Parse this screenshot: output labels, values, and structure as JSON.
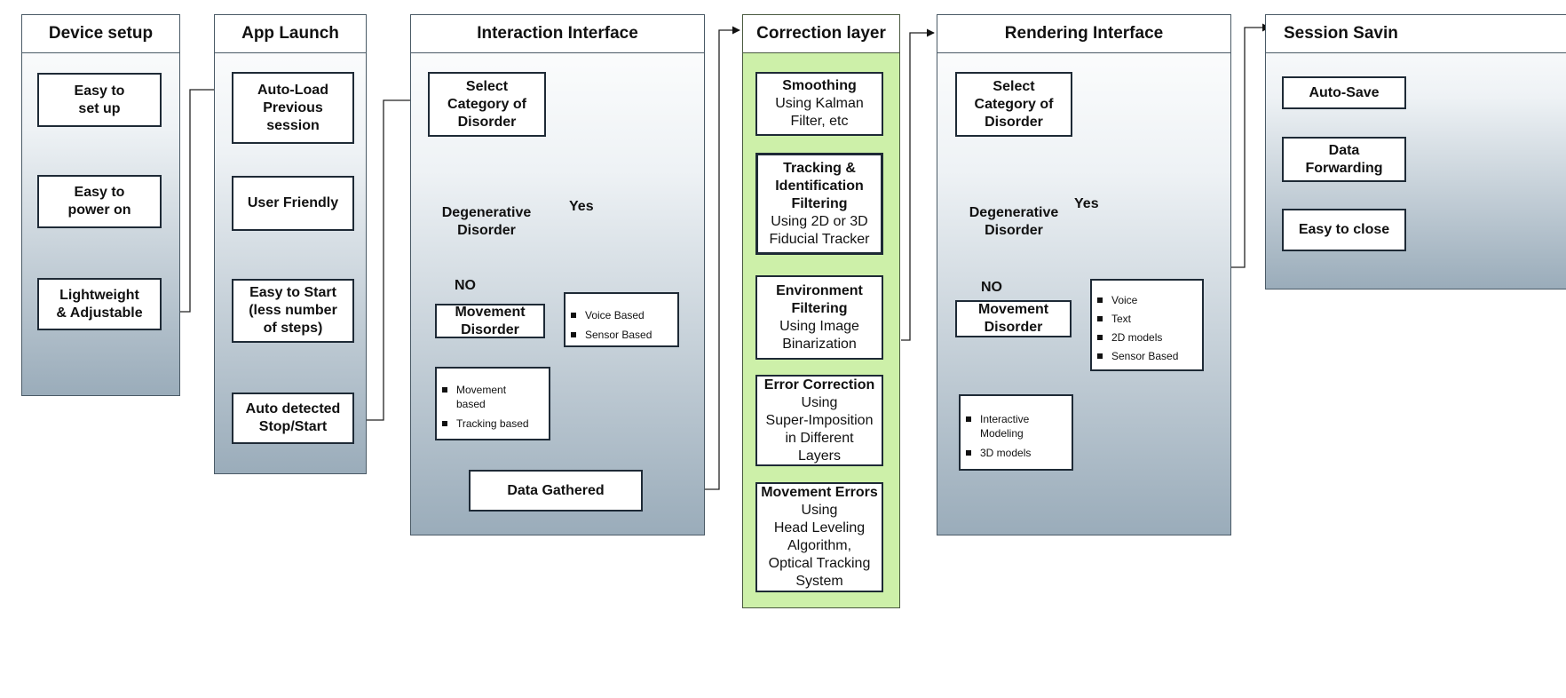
{
  "panels": {
    "device_setup": {
      "title": "Device setup",
      "steps": [
        "Easy to\nset up",
        "Easy to\npower on",
        "Lightweight\n& Adjustable"
      ]
    },
    "app_launch": {
      "title": "App Launch",
      "steps": [
        "Auto-Load\nPrevious\nsession",
        "User Friendly",
        "Easy to Start\n(less number\nof steps)",
        "Auto detected\nStop/Start"
      ]
    },
    "interaction": {
      "title": "Interaction Interface",
      "select": "Select\nCategory of\nDisorder",
      "decision": "Degenerative\nDisorder",
      "yes": "Yes",
      "no": "NO",
      "movement": "Movement\nDisorder",
      "movement_list": [
        "Movement\nbased",
        "Tracking based"
      ],
      "yes_list": [
        "Voice Based",
        "Sensor Based"
      ],
      "gathered": "Data Gathered"
    },
    "correction": {
      "title": "Correction layer",
      "items": [
        {
          "title": "Smoothing",
          "detail": "Using Kalman\nFilter, etc"
        },
        {
          "title": "Tracking &\nIdentification\nFiltering",
          "detail": "Using 2D or 3D\nFiducial Tracker"
        },
        {
          "title": "Environment\nFiltering",
          "detail": "Using Image\nBinarization"
        },
        {
          "title": "Error Correction",
          "detail": "Using\nSuper-Imposition\nin Different\nLayers"
        },
        {
          "title": "Movement Errors",
          "detail": "Using\nHead Leveling\nAlgorithm,\nOptical Tracking\nSystem"
        }
      ]
    },
    "rendering": {
      "title": "Rendering Interface",
      "select": "Select\nCategory of\nDisorder",
      "decision": "Degenerative\nDisorder",
      "yes": "Yes",
      "no": "NO",
      "movement": "Movement\nDisorder",
      "movement_list": [
        "Interactive\nModeling",
        "3D models"
      ],
      "yes_list": [
        "Voice",
        "Text",
        "2D models",
        "Sensor Based"
      ]
    },
    "session": {
      "title": "Session Savin",
      "steps": [
        "Auto-Save",
        "Data\nForwarding",
        "Easy to close"
      ]
    }
  }
}
